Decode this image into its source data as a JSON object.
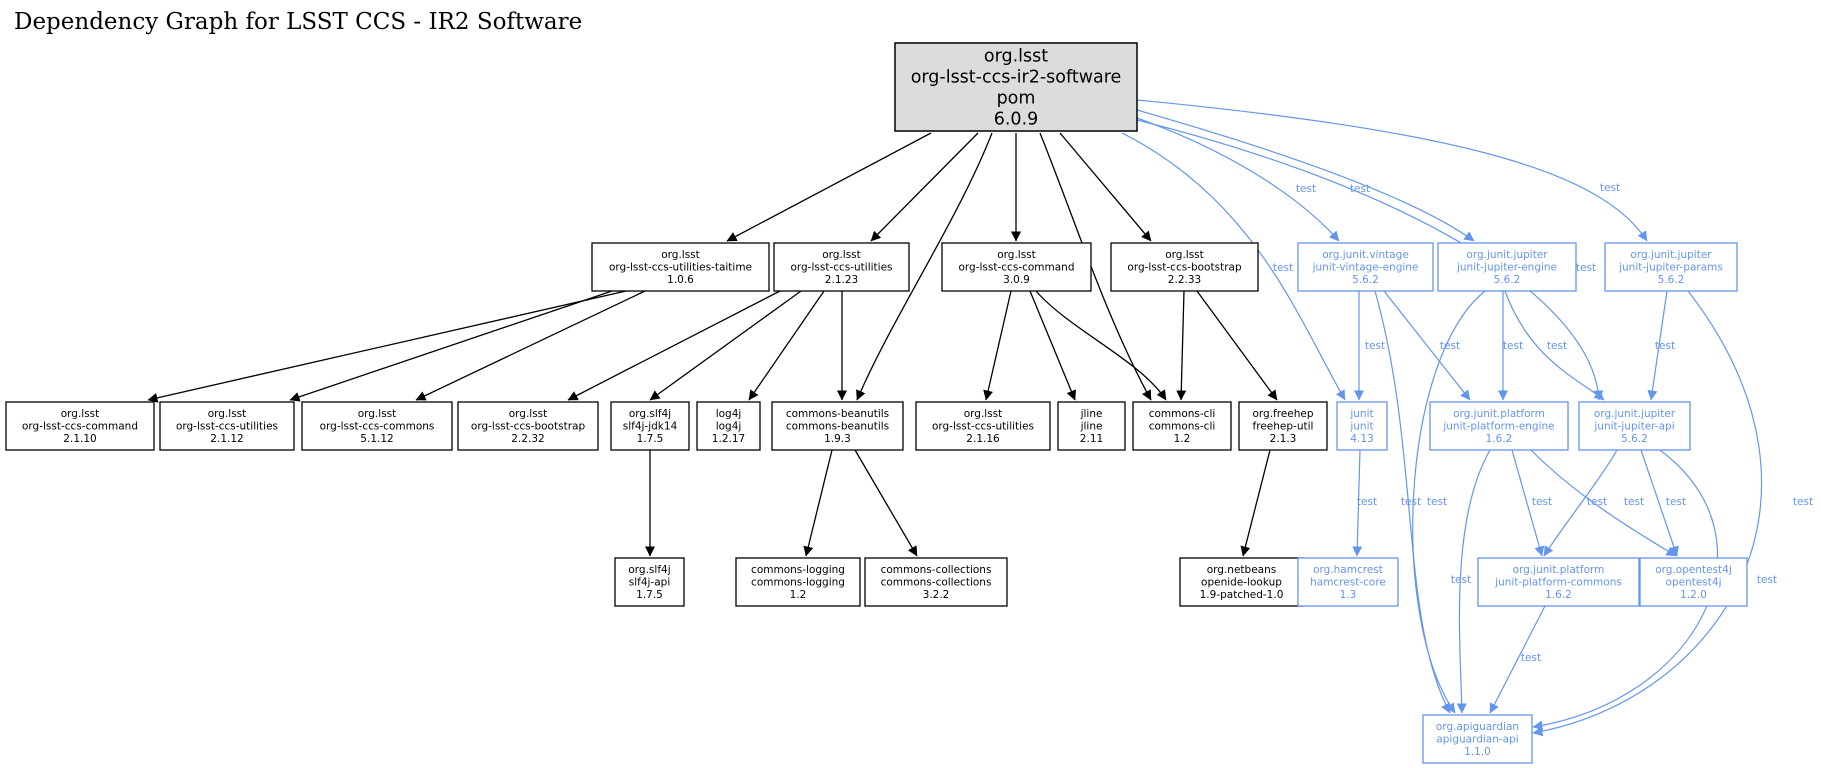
{
  "title": "Dependency Graph for LSST CCS - IR2 Software",
  "colors": {
    "compile": "#000000",
    "test": "#6495ed",
    "root_fill": "#dcdcdc",
    "node_fill": "#ffffff"
  },
  "nodes": [
    {
      "id": "root",
      "lines": [
        "org.lsst",
        "org-lsst-ccs-ir2-software",
        "pom",
        "6.0.9"
      ],
      "style": "root"
    },
    {
      "id": "taitime",
      "lines": [
        "org.lsst",
        "org-lsst-ccs-utilities-taitime",
        "1.0.6"
      ],
      "style": "compile"
    },
    {
      "id": "utilities2123",
      "lines": [
        "org.lsst",
        "org-lsst-ccs-utilities",
        "2.1.23"
      ],
      "style": "compile"
    },
    {
      "id": "command309",
      "lines": [
        "org.lsst",
        "org-lsst-ccs-command",
        "3.0.9"
      ],
      "style": "compile"
    },
    {
      "id": "bootstrap2233",
      "lines": [
        "org.lsst",
        "org-lsst-ccs-bootstrap",
        "2.2.33"
      ],
      "style": "compile"
    },
    {
      "id": "vintage",
      "lines": [
        "org.junit.vintage",
        "junit-vintage-engine",
        "5.6.2"
      ],
      "style": "test"
    },
    {
      "id": "jupengine",
      "lines": [
        "org.junit.jupiter",
        "junit-jupiter-engine",
        "5.6.2"
      ],
      "style": "test"
    },
    {
      "id": "jupparams",
      "lines": [
        "org.junit.jupiter",
        "junit-jupiter-params",
        "5.6.2"
      ],
      "style": "test"
    },
    {
      "id": "command2110",
      "lines": [
        "org.lsst",
        "org-lsst-ccs-command",
        "2.1.10"
      ],
      "style": "compile"
    },
    {
      "id": "utilities2112",
      "lines": [
        "org.lsst",
        "org-lsst-ccs-utilities",
        "2.1.12"
      ],
      "style": "compile"
    },
    {
      "id": "commons5112",
      "lines": [
        "org.lsst",
        "org-lsst-ccs-commons",
        "5.1.12"
      ],
      "style": "compile"
    },
    {
      "id": "bootstrap2232",
      "lines": [
        "org.lsst",
        "org-lsst-ccs-bootstrap",
        "2.2.32"
      ],
      "style": "compile"
    },
    {
      "id": "slf4jjdk",
      "lines": [
        "org.slf4j",
        "slf4j-jdk14",
        "1.7.5"
      ],
      "style": "compile"
    },
    {
      "id": "log4j",
      "lines": [
        "log4j",
        "log4j",
        "1.2.17"
      ],
      "style": "compile"
    },
    {
      "id": "beanutils",
      "lines": [
        "commons-beanutils",
        "commons-beanutils",
        "1.9.3"
      ],
      "style": "compile"
    },
    {
      "id": "utilities2116",
      "lines": [
        "org.lsst",
        "org-lsst-ccs-utilities",
        "2.1.16"
      ],
      "style": "compile"
    },
    {
      "id": "jline",
      "lines": [
        "jline",
        "jline",
        "2.11"
      ],
      "style": "compile"
    },
    {
      "id": "commonscli",
      "lines": [
        "commons-cli",
        "commons-cli",
        "1.2"
      ],
      "style": "compile"
    },
    {
      "id": "freehep",
      "lines": [
        "org.freehep",
        "freehep-util",
        "2.1.3"
      ],
      "style": "compile"
    },
    {
      "id": "junit",
      "lines": [
        "junit",
        "junit",
        "4.13"
      ],
      "style": "test"
    },
    {
      "id": "platengine",
      "lines": [
        "org.junit.platform",
        "junit-platform-engine",
        "1.6.2"
      ],
      "style": "test"
    },
    {
      "id": "jupapi",
      "lines": [
        "org.junit.jupiter",
        "junit-jupiter-api",
        "5.6.2"
      ],
      "style": "test"
    },
    {
      "id": "slf4japi",
      "lines": [
        "org.slf4j",
        "slf4j-api",
        "1.7.5"
      ],
      "style": "compile"
    },
    {
      "id": "logging",
      "lines": [
        "commons-logging",
        "commons-logging",
        "1.2"
      ],
      "style": "compile"
    },
    {
      "id": "collections",
      "lines": [
        "commons-collections",
        "commons-collections",
        "3.2.2"
      ],
      "style": "compile"
    },
    {
      "id": "openide",
      "lines": [
        "org.netbeans",
        "openide-lookup",
        "1.9-patched-1.0"
      ],
      "style": "compile"
    },
    {
      "id": "hamcrest",
      "lines": [
        "org.hamcrest",
        "hamcrest-core",
        "1.3"
      ],
      "style": "test"
    },
    {
      "id": "platcommons",
      "lines": [
        "org.junit.platform",
        "junit-platform-commons",
        "1.6.2"
      ],
      "style": "test"
    },
    {
      "id": "opentest4j",
      "lines": [
        "org.opentest4j",
        "opentest4j",
        "1.2.0"
      ],
      "style": "test"
    },
    {
      "id": "apiguardian",
      "lines": [
        "org.apiguardian",
        "apiguardian-api",
        "1.1.0"
      ],
      "style": "test"
    }
  ],
  "edges": [
    {
      "from": "root",
      "to": "taitime",
      "style": "compile"
    },
    {
      "from": "root",
      "to": "utilities2123",
      "style": "compile"
    },
    {
      "from": "root",
      "to": "beanutils",
      "style": "compile"
    },
    {
      "from": "root",
      "to": "command309",
      "style": "compile"
    },
    {
      "from": "root",
      "to": "commonscli",
      "style": "compile"
    },
    {
      "from": "root",
      "to": "bootstrap2233",
      "style": "compile"
    },
    {
      "from": "root",
      "to": "junit",
      "style": "test",
      "label": "test"
    },
    {
      "from": "root",
      "to": "vintage",
      "style": "test",
      "label": "test"
    },
    {
      "from": "root",
      "to": "jupengine",
      "style": "test",
      "label": "test"
    },
    {
      "from": "root",
      "to": "jupapi",
      "style": "test",
      "label": "test"
    },
    {
      "from": "root",
      "to": "jupparams",
      "style": "test",
      "label": "test"
    },
    {
      "from": "taitime",
      "to": "command2110",
      "style": "compile"
    },
    {
      "from": "taitime",
      "to": "utilities2112",
      "style": "compile"
    },
    {
      "from": "taitime",
      "to": "commons5112",
      "style": "compile"
    },
    {
      "from": "utilities2123",
      "to": "bootstrap2232",
      "style": "compile"
    },
    {
      "from": "utilities2123",
      "to": "slf4jjdk",
      "style": "compile"
    },
    {
      "from": "utilities2123",
      "to": "log4j",
      "style": "compile"
    },
    {
      "from": "utilities2123",
      "to": "beanutils",
      "style": "compile"
    },
    {
      "from": "command309",
      "to": "utilities2116",
      "style": "compile"
    },
    {
      "from": "command309",
      "to": "jline",
      "style": "compile"
    },
    {
      "from": "command309",
      "to": "commonscli",
      "style": "compile"
    },
    {
      "from": "bootstrap2233",
      "to": "commonscli",
      "style": "compile"
    },
    {
      "from": "bootstrap2233",
      "to": "freehep",
      "style": "compile"
    },
    {
      "from": "slf4jjdk",
      "to": "slf4japi",
      "style": "compile"
    },
    {
      "from": "beanutils",
      "to": "logging",
      "style": "compile"
    },
    {
      "from": "beanutils",
      "to": "collections",
      "style": "compile"
    },
    {
      "from": "freehep",
      "to": "openide",
      "style": "compile"
    },
    {
      "from": "vintage",
      "to": "junit",
      "style": "test",
      "label": "test"
    },
    {
      "from": "vintage",
      "to": "platengine",
      "style": "test",
      "label": "test"
    },
    {
      "from": "vintage",
      "to": "apiguardian",
      "style": "test",
      "label": "test"
    },
    {
      "from": "jupengine",
      "to": "platengine",
      "style": "test",
      "label": "test"
    },
    {
      "from": "jupengine",
      "to": "jupapi",
      "style": "test",
      "label": "test"
    },
    {
      "from": "jupengine",
      "to": "apiguardian",
      "style": "test",
      "label": "test"
    },
    {
      "from": "jupparams",
      "to": "jupapi",
      "style": "test",
      "label": "test"
    },
    {
      "from": "jupparams",
      "to": "apiguardian",
      "style": "test",
      "label": "test"
    },
    {
      "from": "junit",
      "to": "hamcrest",
      "style": "test",
      "label": "test"
    },
    {
      "from": "platengine",
      "to": "platcommons",
      "style": "test",
      "label": "test"
    },
    {
      "from": "platengine",
      "to": "opentest4j",
      "style": "test",
      "label": "test"
    },
    {
      "from": "platengine",
      "to": "apiguardian",
      "style": "test",
      "label": "test"
    },
    {
      "from": "jupapi",
      "to": "platcommons",
      "style": "test",
      "label": "test"
    },
    {
      "from": "jupapi",
      "to": "opentest4j",
      "style": "test",
      "label": "test"
    },
    {
      "from": "jupapi",
      "to": "apiguardian",
      "style": "test",
      "label": "test"
    },
    {
      "from": "platcommons",
      "to": "apiguardian",
      "style": "test",
      "label": "test"
    }
  ]
}
